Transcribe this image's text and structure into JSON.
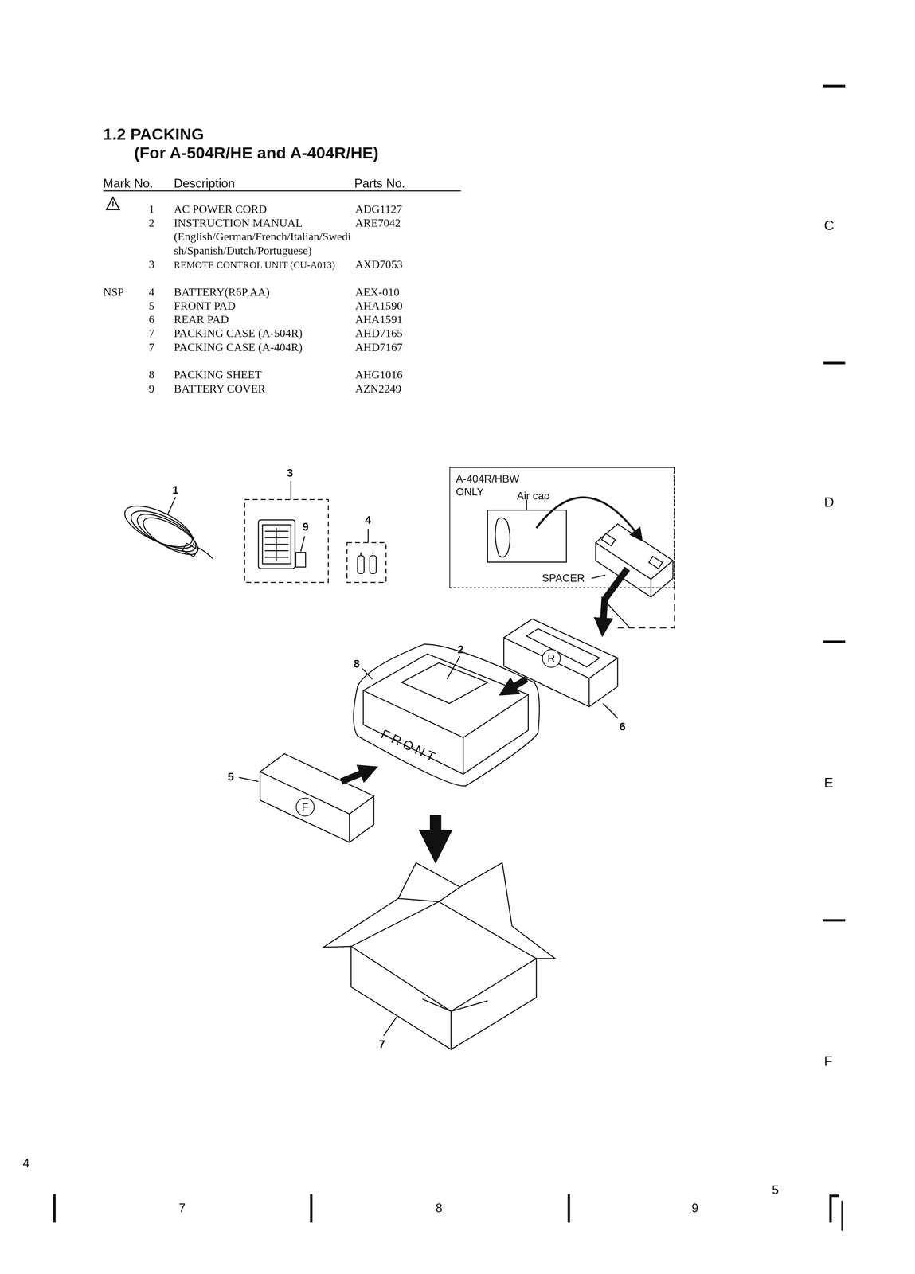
{
  "diagram": {
    "title": "1.2 PACKING",
    "nodes": [
      {
        "text": [
          "A-404R/HBW ONLY",
          "Air cap",
          "SPACER"
        ]
      },
      {
        "text": [
          "R"
        ]
      },
      {
        "text": [
          "F"
        ]
      }
    ],
    "labels": [
      "(For A-504R/HE and A-404R/HE)",
      "Mark",
      "No.",
      "Description",
      "Parts No.",
      "1",
      "AC POWER CORD",
      "ADG1127",
      "2",
      "INSTRUCTION MANUAL (English/German/French/Italian/Swedish/Spanish/Dutch/Portuguese)",
      "ARE7042",
      "3",
      "REMOTE CONTROL UNIT (CU-A013)",
      "AXD7053",
      "NSP",
      "4",
      "BATTERY(R6P,AA)",
      "AEX-010",
      "5",
      "FRONT PAD",
      "AHA1590",
      "6",
      "REAR PAD",
      "AHA1591",
      "7",
      "PACKING CASE (A-504R)",
      "AHD7165",
      "7",
      "PACKING CASE (A-404R)",
      "AHD7167",
      "8",
      "PACKING SHEET",
      "AHG1016",
      "9",
      "BATTERY COVER",
      "AZN2249",
      "1",
      "3",
      "9",
      "4",
      "2",
      "8",
      "6",
      "5",
      "7",
      "FRONT",
      "C",
      "D",
      "E",
      "F",
      "4",
      "7",
      "8",
      "9",
      "5"
    ]
  }
}
